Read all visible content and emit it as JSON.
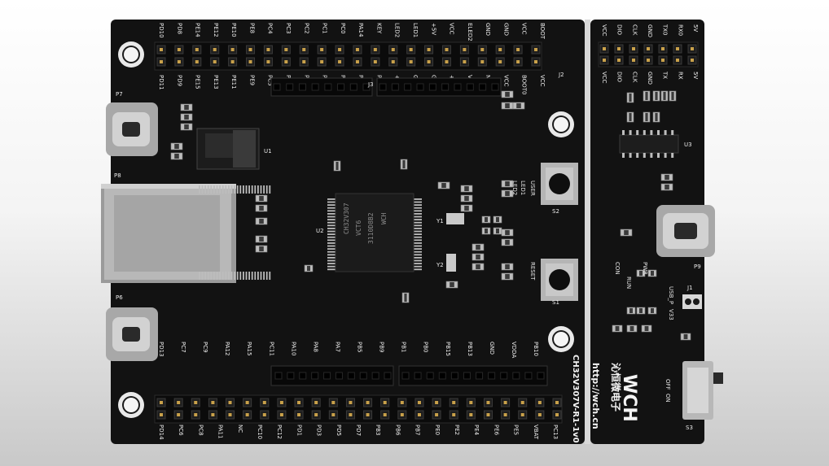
{
  "board": {
    "model": "CH32V307V-R1-1v0",
    "website": "http://wch.cn",
    "brand_cn": "沁恒微电子",
    "logo_text": "WCH",
    "mcu": {
      "part": "CH32V307",
      "line2": "VCT6",
      "line3": "3110D8B2"
    }
  },
  "header_top": {
    "upper": [
      "PD10",
      "PD8",
      "PE14",
      "PE12",
      "PE10",
      "PE8",
      "PC4",
      "PC3",
      "PC2",
      "PC1",
      "PC0",
      "PA14",
      "KEY",
      "LED2",
      "LED1",
      "+5V",
      "VCC",
      "ELED2",
      "GND",
      "GND",
      "VCC",
      "BOOT"
    ],
    "lower": [
      "PD11",
      "PD9",
      "PE15",
      "PE13",
      "PE11",
      "PE9",
      "PC5",
      "PA5",
      "PA4",
      "PA3",
      "PA2",
      "PA1",
      "PA0",
      "+5V",
      "GND",
      "GND",
      "+5V",
      "VCC",
      "NRST",
      "VCC",
      "BOOT0",
      "VCC"
    ]
  },
  "header_bottom": {
    "upper": [
      "PD13",
      "PC7",
      "PC9",
      "PA12",
      "PA15",
      "PC11",
      "PA10",
      "PA8",
      "PA7",
      "PB5",
      "PB9",
      "PB1",
      "PB0",
      "PB15",
      "PB13",
      "GND",
      "VDDA",
      "PB10"
    ],
    "lower": [
      "PD14",
      "PC6",
      "PC8",
      "PA11",
      "NC",
      "PC10",
      "PC12",
      "PD1",
      "PD3",
      "PD5",
      "PD7",
      "PB3",
      "PB6",
      "PB7",
      "PE0",
      "PE2",
      "PE4",
      "PE6",
      "PE5",
      "VBAT",
      "PC13"
    ]
  },
  "header_right": {
    "upper": [
      "VCC",
      "DIO",
      "CLK",
      "GND",
      "TX0",
      "RX0",
      "5V"
    ],
    "lower": [
      "VCC",
      "DIO",
      "CLK",
      "GND",
      "TX",
      "RX",
      "5V"
    ]
  },
  "refs": {
    "p7": "P7",
    "p8": "P8",
    "p6": "P6",
    "p9": "P9",
    "j1": "J1",
    "j2": "J2",
    "j3": "J3",
    "u1": "U1",
    "u2": "U2",
    "u3": "U3",
    "s1": "S1",
    "s2": "S2",
    "s3": "S3",
    "y1": "Y1",
    "y2": "Y2"
  },
  "buttons": {
    "user": "USER",
    "reset": "RESET"
  },
  "leds": {
    "led1": "LED1",
    "led2": "LED2",
    "pwr": "PWR",
    "run": "RUN",
    "con": "CON"
  },
  "switch": {
    "off": "OFF",
    "on": "ON"
  },
  "usb_label": "USB_P",
  "v33": "V33"
}
